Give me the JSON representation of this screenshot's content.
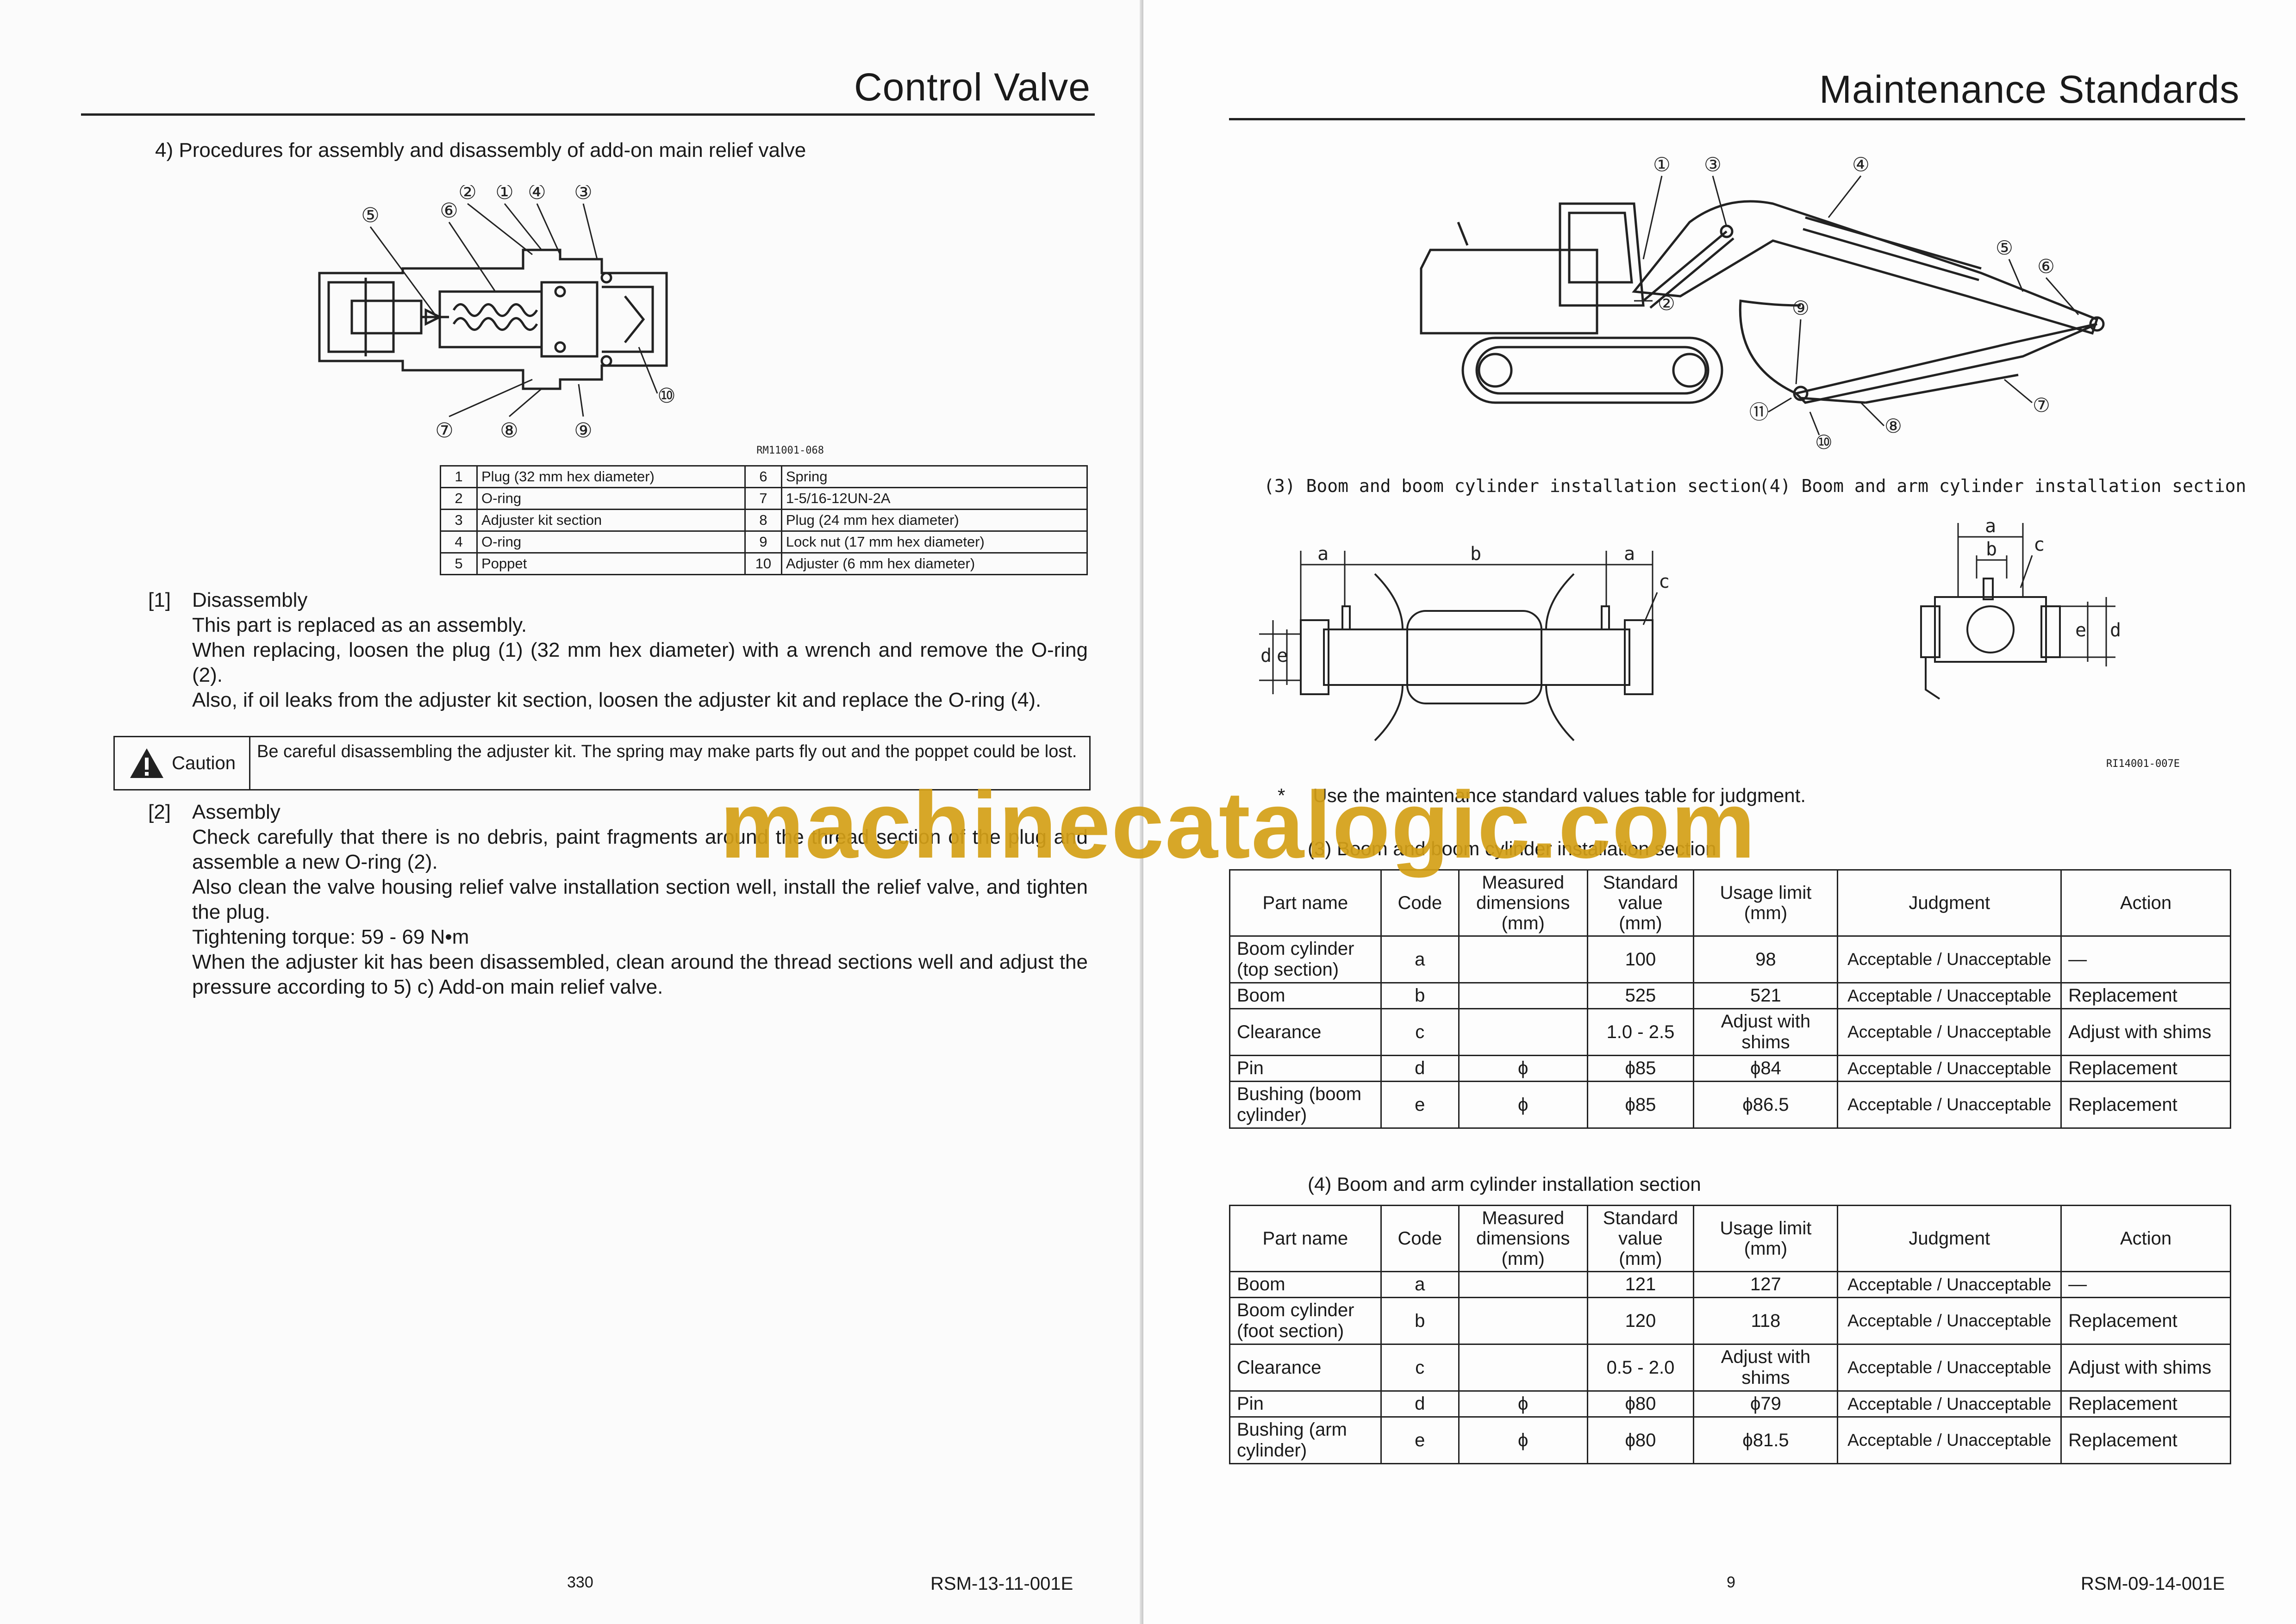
{
  "left_page": {
    "header_title": "Control Valve",
    "section_heading": "4)  Procedures for assembly and disassembly of add-on main relief valve",
    "figure_code": "RM11001-068",
    "callouts": [
      "①",
      "②",
      "③",
      "④",
      "⑤",
      "⑥",
      "⑦",
      "⑧",
      "⑨",
      "⑩"
    ],
    "parts_table": [
      {
        "no": "1",
        "name": "Plug (32 mm hex diameter)",
        "no2": "6",
        "name2": "Spring"
      },
      {
        "no": "2",
        "name": "O-ring",
        "no2": "7",
        "name2": "1-5/16-12UN-2A"
      },
      {
        "no": "3",
        "name": "Adjuster kit section",
        "no2": "8",
        "name2": "Plug (24 mm hex diameter)"
      },
      {
        "no": "4",
        "name": "O-ring",
        "no2": "9",
        "name2": "Lock nut (17 mm hex diameter)"
      },
      {
        "no": "5",
        "name": "Poppet",
        "no2": "10",
        "name2": "Adjuster (6 mm hex diameter)"
      }
    ],
    "disassembly": {
      "marker": "[1]",
      "title": "Disassembly",
      "lines": [
        "This part is replaced as an assembly.",
        "When replacing, loosen the plug (1) (32 mm hex diameter) with a wrench and remove the O-ring (2).",
        "Also, if oil leaks from the adjuster kit section, loosen the adjuster kit and replace the O-ring (4)."
      ]
    },
    "caution": {
      "label": "Caution",
      "text": "Be careful disassembling the adjuster kit. The spring may make parts fly out and the poppet could be lost."
    },
    "assembly": {
      "marker": "[2]",
      "title": "Assembly",
      "lines": [
        "Check carefully that there is no debris, paint fragments around the thread section of the plug and assemble a new O-ring (2).",
        "Also clean the valve housing relief valve installation section well, install the relief valve, and tighten the plug.",
        "Tightening torque: 59 - 69 N•m",
        "When the adjuster kit has been disassembled, clean around the thread sections well and adjust the pressure according to 5) c) Add-on main relief valve."
      ]
    },
    "page_number": "330",
    "doc_code": "RSM-13-11-001E"
  },
  "right_page": {
    "header_title": "Maintenance Standards",
    "machine_callouts": [
      "①",
      "②",
      "③",
      "④",
      "⑤",
      "⑥",
      "⑦",
      "⑧",
      "⑨",
      "⑩",
      "⑪"
    ],
    "caption_3": "(3) Boom and boom cylinder installation section",
    "caption_4": "(4) Boom and arm cylinder installation section",
    "dim_labels": {
      "a": "a",
      "b": "b",
      "c": "c",
      "d": "d",
      "e": "e"
    },
    "figure_code": "RI14001-007E",
    "note_marker": "*",
    "note": "Use the maintenance standard values table for judgment.",
    "table3_title": "(3) Boom and boom cylinder installation section",
    "table4_title": "(4) Boom and arm cylinder installation section",
    "headers": [
      "Part name",
      "Code",
      "Measured dimensions (mm)",
      "Standard value (mm)",
      "Usage limit (mm)",
      "Judgment",
      "Action"
    ],
    "table3": [
      {
        "part": "Boom cylinder (top section)",
        "code": "a",
        "measured": "",
        "standard": "100",
        "limit": "98",
        "judgment": "Acceptable / Unacceptable",
        "action": "—"
      },
      {
        "part": "Boom",
        "code": "b",
        "measured": "",
        "standard": "525",
        "limit": "521",
        "judgment": "Acceptable / Unacceptable",
        "action": "Replacement"
      },
      {
        "part": "Clearance",
        "code": "c",
        "measured": "",
        "standard": "1.0 - 2.5",
        "limit": "Adjust with shims",
        "judgment": "Acceptable / Unacceptable",
        "action": "Adjust with shims"
      },
      {
        "part": "Pin",
        "code": "d",
        "measured": "ϕ",
        "standard": "ϕ85",
        "limit": "ϕ84",
        "judgment": "Acceptable / Unacceptable",
        "action": "Replacement"
      },
      {
        "part": "Bushing (boom cylinder)",
        "code": "e",
        "measured": "ϕ",
        "standard": "ϕ85",
        "limit": "ϕ86.5",
        "judgment": "Acceptable / Unacceptable",
        "action": "Replacement"
      }
    ],
    "table4": [
      {
        "part": "Boom",
        "code": "a",
        "measured": "",
        "standard": "121",
        "limit": "127",
        "judgment": "Acceptable / Unacceptable",
        "action": "—"
      },
      {
        "part": "Boom cylinder (foot section)",
        "code": "b",
        "measured": "",
        "standard": "120",
        "limit": "118",
        "judgment": "Acceptable / Unacceptable",
        "action": "Replacement"
      },
      {
        "part": "Clearance",
        "code": "c",
        "measured": "",
        "standard": "0.5 - 2.0",
        "limit": "Adjust with shims",
        "judgment": "Acceptable / Unacceptable",
        "action": "Adjust with shims"
      },
      {
        "part": "Pin",
        "code": "d",
        "measured": "ϕ",
        "standard": "ϕ80",
        "limit": "ϕ79",
        "judgment": "Acceptable / Unacceptable",
        "action": "Replacement"
      },
      {
        "part": "Bushing (arm cylinder)",
        "code": "e",
        "measured": "ϕ",
        "standard": "ϕ80",
        "limit": "ϕ81.5",
        "judgment": "Acceptable / Unacceptable",
        "action": "Replacement"
      }
    ],
    "page_number": "9",
    "doc_code": "RSM-09-14-001E"
  },
  "watermark": "machinecatalogic.com"
}
